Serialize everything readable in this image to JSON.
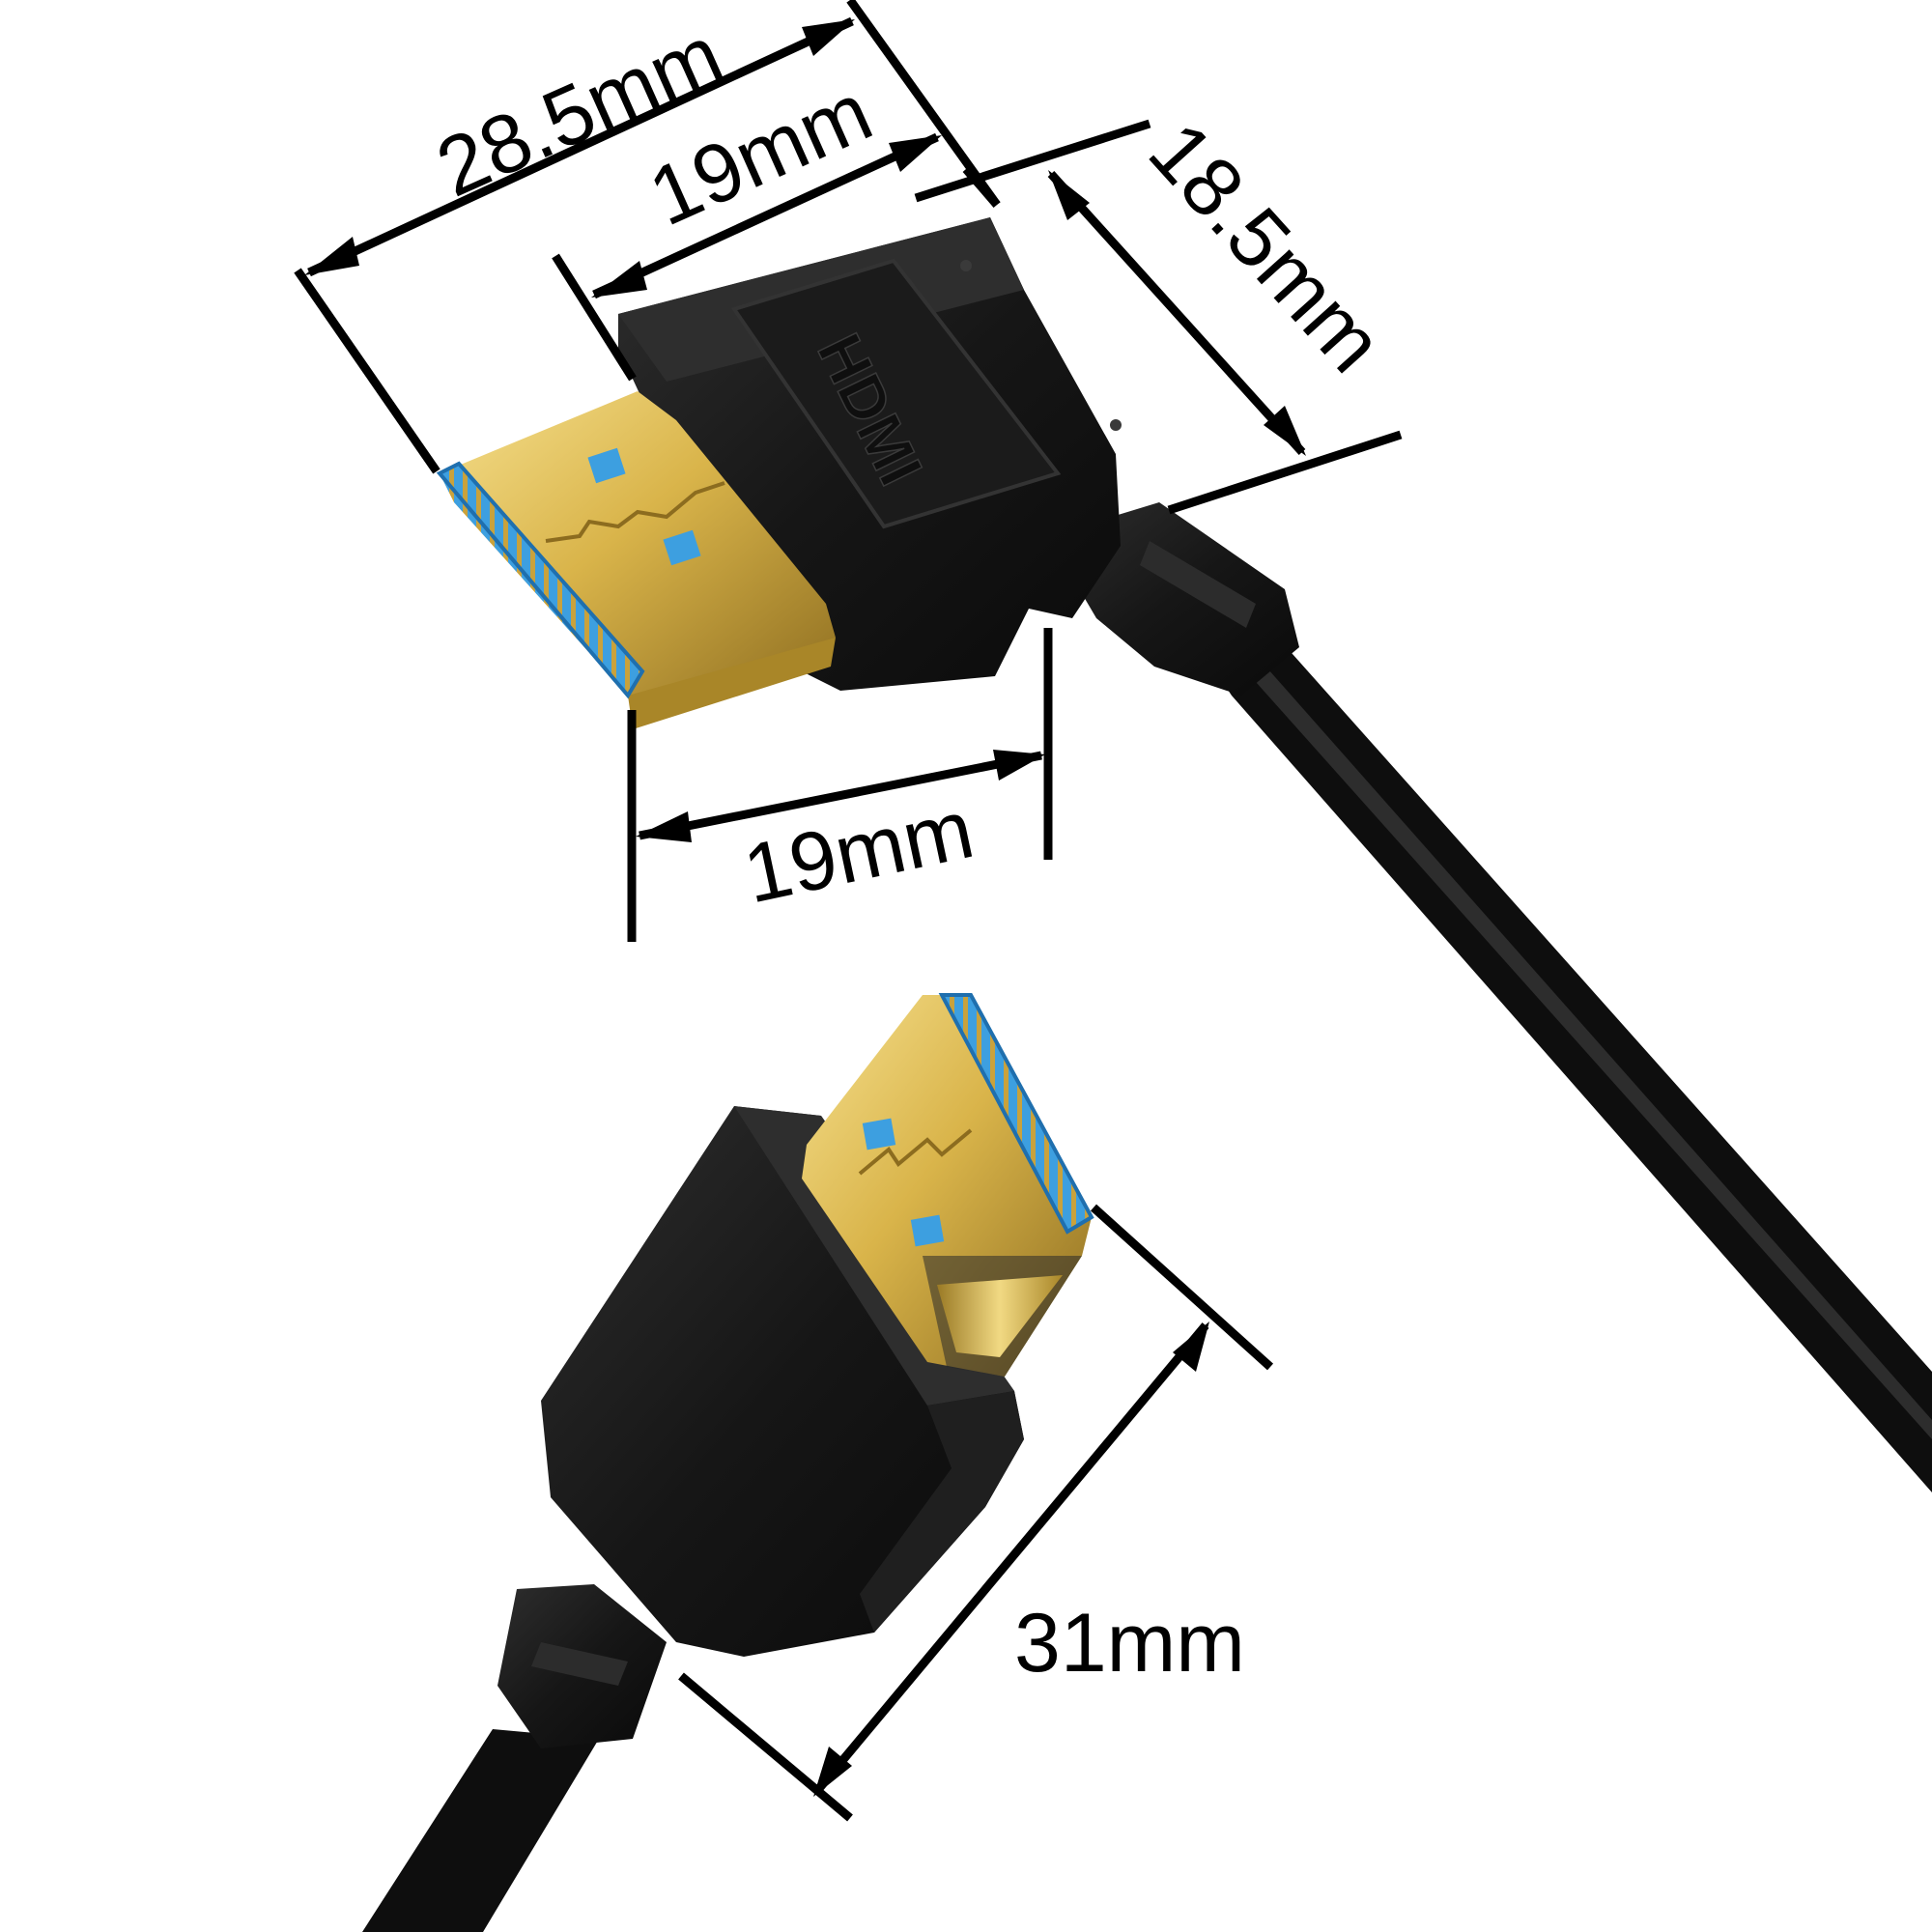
{
  "brand": {
    "molded_text": "HDMI",
    "text_color": "#151515"
  },
  "dimensions": {
    "top_total": "28.5mm",
    "top_plug": "19mm",
    "right_depth": "18.5mm",
    "bottom_body": "19mm",
    "straight_length": "31mm"
  },
  "colors": {
    "housing": "#151515",
    "housing_highlight": "#2b2b2b",
    "gold": "#d9b44a",
    "gold_light": "#f3dc86",
    "gold_dark": "#8c6c1f",
    "port_blue": "#3d9fe0",
    "pin_gold": "#c9a23c",
    "cable": "#0c0c0c",
    "dimension_line": "#000000"
  }
}
